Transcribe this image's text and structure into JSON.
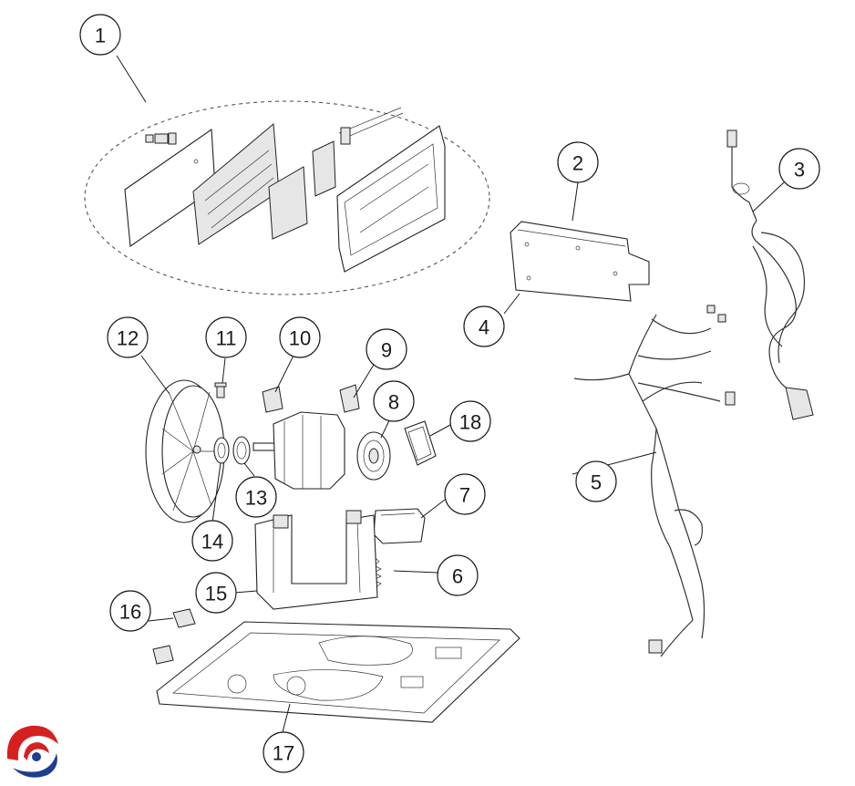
{
  "callouts": [
    {
      "id": "1",
      "label": "1"
    },
    {
      "id": "2",
      "label": "2"
    },
    {
      "id": "3",
      "label": "3"
    },
    {
      "id": "4",
      "label": "4"
    },
    {
      "id": "5",
      "label": "5"
    },
    {
      "id": "6",
      "label": "6"
    },
    {
      "id": "7",
      "label": "7"
    },
    {
      "id": "8",
      "label": "8"
    },
    {
      "id": "9",
      "label": "9"
    },
    {
      "id": "10",
      "label": "10"
    },
    {
      "id": "11",
      "label": "11"
    },
    {
      "id": "12",
      "label": "12"
    },
    {
      "id": "13",
      "label": "13"
    },
    {
      "id": "14",
      "label": "14"
    },
    {
      "id": "15",
      "label": "15"
    },
    {
      "id": "16",
      "label": "16"
    },
    {
      "id": "17",
      "label": "17"
    },
    {
      "id": "18",
      "label": "18"
    }
  ],
  "logo": {
    "colors": {
      "red": "#d6201f",
      "blue": "#1c3f8f"
    }
  }
}
